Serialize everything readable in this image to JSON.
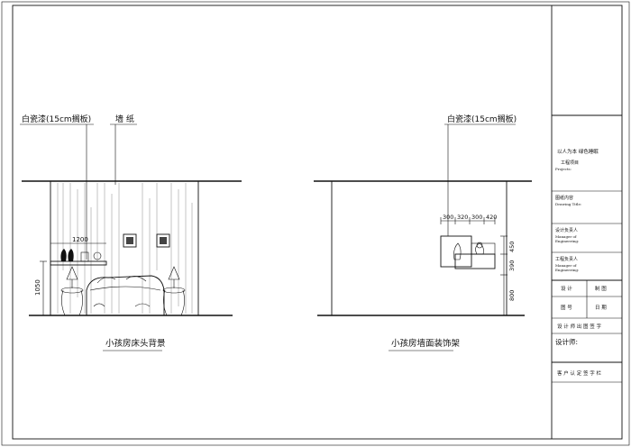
{
  "left_elevation": {
    "title": "小孩房床头背景",
    "label_shelf": "白瓷漆(15cm搁板)",
    "label_wallpaper": "墙 纸",
    "dim_width": "1200",
    "dim_height": "1050"
  },
  "right_elevation": {
    "title": "小孩房墙面装饰架",
    "label_shelf": "白瓷漆(15cm搁板)",
    "dims_top": [
      "300",
      "320",
      "300",
      "420"
    ],
    "dims_side": [
      "450",
      "390",
      "800"
    ]
  },
  "title_block": {
    "slogan": "以人为本 绿色睡眠",
    "project_cn": "工程项目",
    "project_en": "Projects:",
    "drawing_cn": "图纸内容",
    "drawing_en": "Drawing Title:",
    "designer_cn": "设计负责人",
    "designer_en1": "Manager of",
    "designer_en2": "Engineering:",
    "engineer_cn": "工程负责人",
    "engineer_en1": "Manager of",
    "engineer_en2": "Engineering:",
    "design_label": "设 计",
    "drawing_label": "制 图",
    "number_label": "图 号",
    "date_label": "日 期",
    "sign_label": "设 计 师 出 图 签 字",
    "designer_sign": "设计师:",
    "client_label": "客 户 认 定 签 字 栏"
  }
}
